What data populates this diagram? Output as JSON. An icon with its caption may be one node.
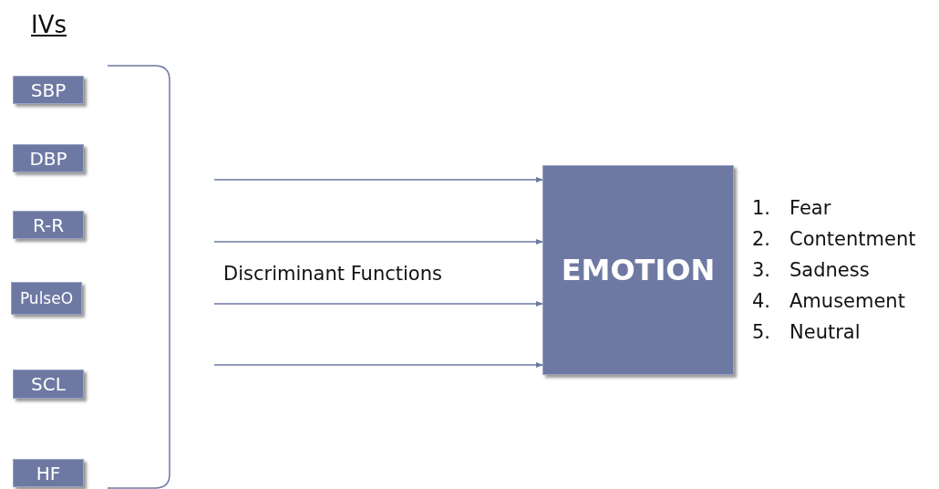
{
  "diagram": {
    "title": "IVs",
    "nodes": [
      {
        "text": [
          "SBP"
        ]
      },
      {
        "text": [
          "DBP"
        ]
      },
      {
        "text": [
          "R-R"
        ]
      },
      {
        "text": [
          "PulseO"
        ]
      },
      {
        "text": [
          "SCL"
        ]
      },
      {
        "text": [
          "HF"
        ]
      },
      {
        "text": [
          "EMOTION"
        ]
      }
    ],
    "edges": [
      {
        "from": null,
        "to": 6,
        "arrow": "to"
      },
      {
        "from": null,
        "to": 6,
        "arrow": "to"
      },
      {
        "from": null,
        "to": 6,
        "arrow": "to"
      },
      {
        "from": null,
        "to": 6,
        "arrow": "to"
      }
    ],
    "labels": [
      "Discriminant Functions",
      "1.",
      "Fear",
      "2.",
      "Contentment",
      "3.",
      "Sadness",
      "4.",
      "Amusement",
      "5.",
      "Neutral"
    ]
  }
}
